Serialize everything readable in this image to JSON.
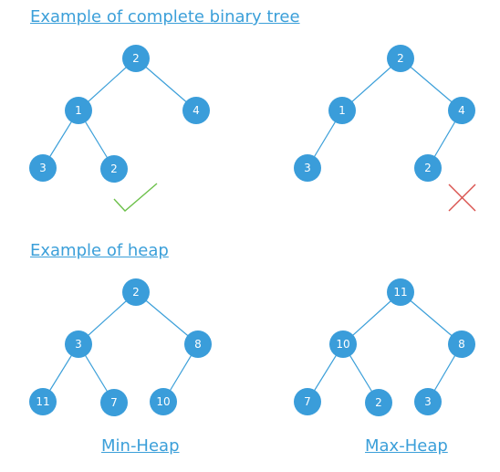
{
  "headings": {
    "complete": "Example of complete binary tree",
    "heap": "Example of heap"
  },
  "labels": {
    "min_heap": "Min-Heap",
    "max_heap": "Max-Heap"
  },
  "colors": {
    "node": "#3a9dda",
    "edge": "#3b9fd9",
    "check": "#6cc04a",
    "cross": "#d9534f"
  },
  "marks": {
    "valid_tree": "check-icon",
    "invalid_tree": "cross-icon"
  },
  "trees": [
    {
      "id": "complete-valid",
      "nodes": [
        "2",
        "1",
        "4",
        "3",
        "2"
      ]
    },
    {
      "id": "complete-invalid",
      "nodes": [
        "2",
        "1",
        "4",
        "3",
        "2"
      ]
    },
    {
      "id": "min-heap",
      "nodes": [
        "2",
        "3",
        "8",
        "11",
        "7",
        "10"
      ]
    },
    {
      "id": "max-heap",
      "nodes": [
        "11",
        "10",
        "8",
        "7",
        "2",
        "3"
      ]
    }
  ]
}
